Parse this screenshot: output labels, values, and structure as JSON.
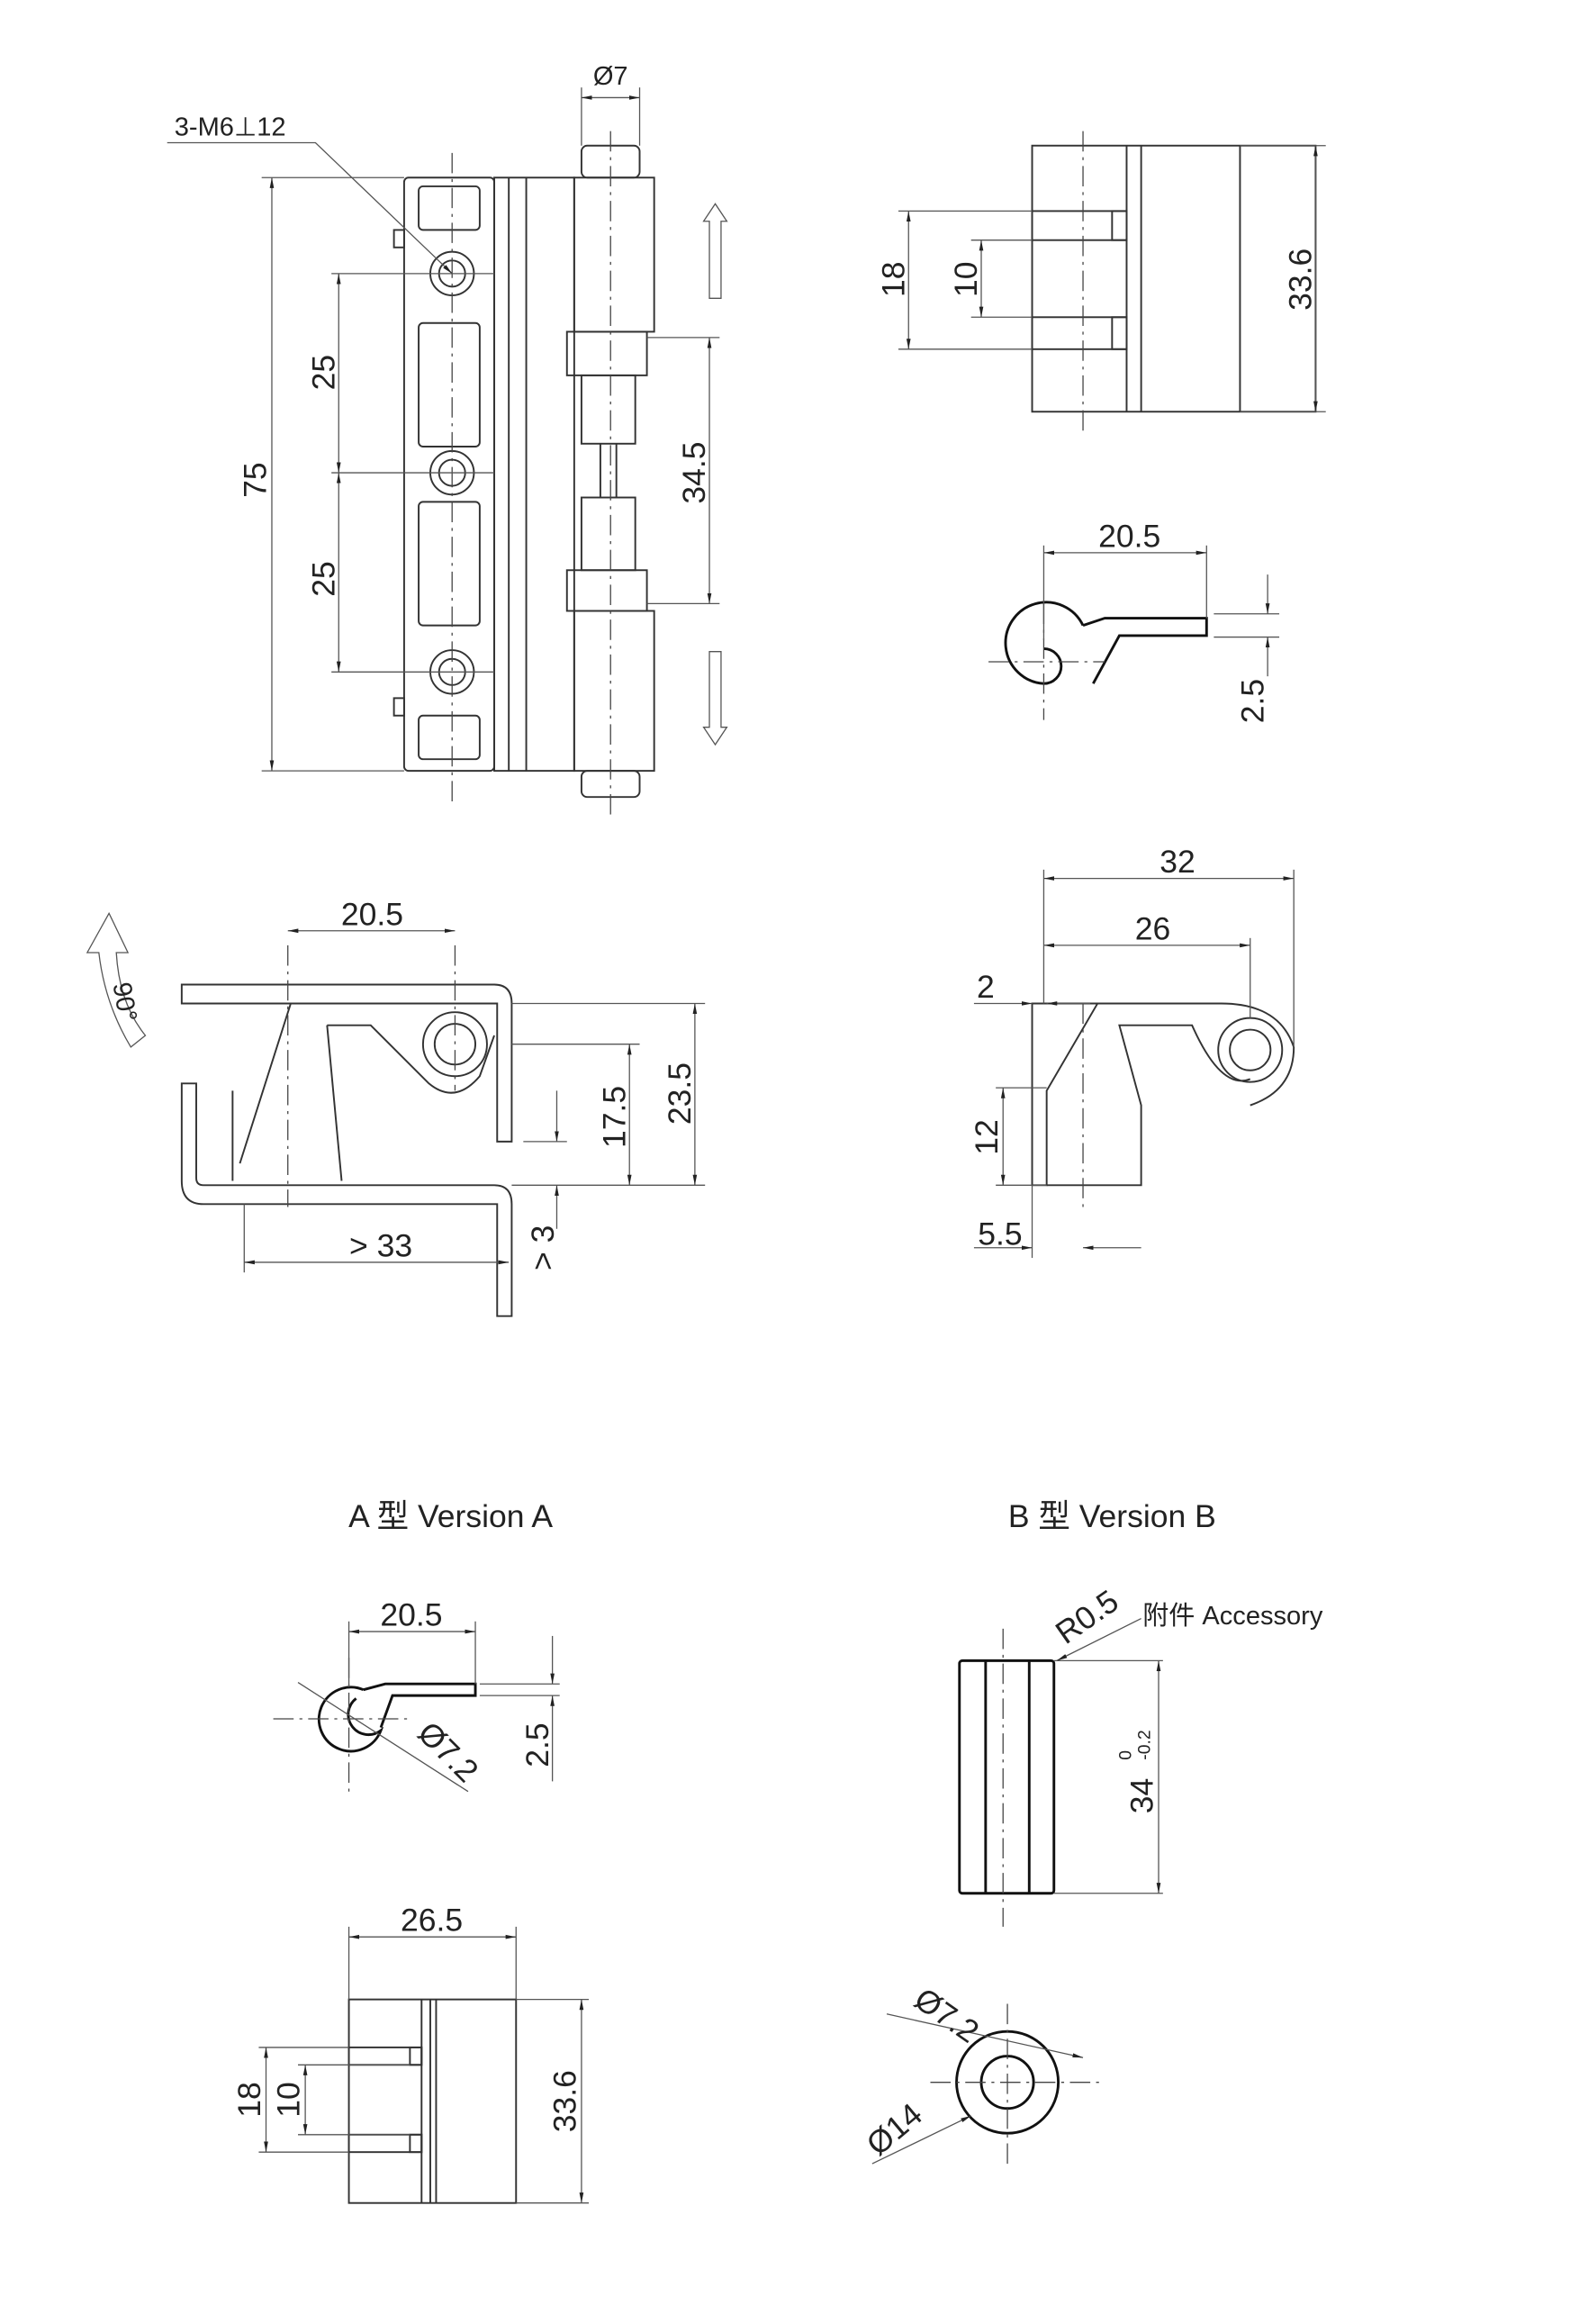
{
  "front_view": {
    "thread_note": "3-M6⊥12",
    "pin_dia": "Ø7",
    "height": "75",
    "pitch_1": "25",
    "pitch_2": "25",
    "middle_len": "34.5"
  },
  "top_view": {
    "height": "33.6",
    "outer": "18",
    "inner": "10"
  },
  "spring_view": {
    "arm": "20.5",
    "offset": "2.5"
  },
  "side_view_a": {
    "pivot": "20.5",
    "h1": "17.5",
    "h2": "23.5",
    "min_len": "> 33",
    "min_thk": "> 3",
    "angle": "90°"
  },
  "side_view_b": {
    "overall": "32",
    "pivot": "26",
    "t": "2",
    "h": "12",
    "off": "5.5"
  },
  "version_a": {
    "title": "A 型 Version A",
    "spring_arm": "20.5",
    "spring_dia": "Ø7.2",
    "spring_off": "2.5",
    "width": "26.5",
    "height": "33.6",
    "outer": "18",
    "inner": "10"
  },
  "version_b": {
    "title": "B 型 Version B",
    "radius": "R0.5",
    "accessory": "附件 Accessory",
    "length": "34",
    "tol_upper": "0",
    "tol_lower": "-0.2",
    "inner_dia": "Ø7.2",
    "outer_dia": "Ø14"
  }
}
